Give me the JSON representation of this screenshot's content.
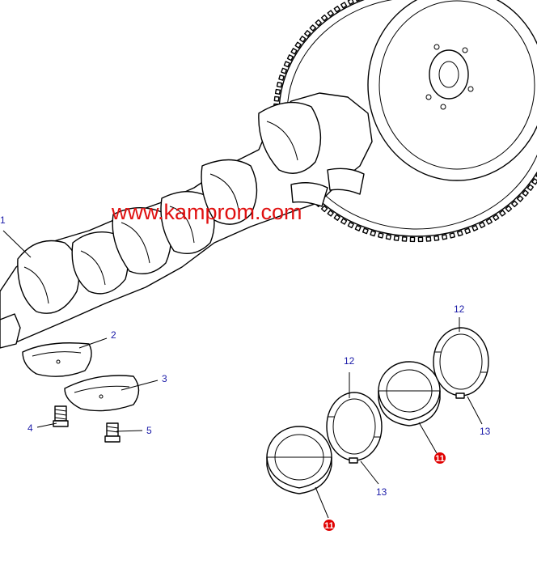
{
  "watermark": "www.kamprom.com",
  "colors": {
    "callout_text": "#1a1aa8",
    "watermark": "#e01010",
    "badge_fill": "#e00000",
    "line": "#000000"
  },
  "callouts": {
    "c1": "1",
    "c2": "2",
    "c3": "3",
    "c4": "4",
    "c5": "5",
    "c12a": "12",
    "c12b": "12",
    "c13a": "13",
    "c13b": "13",
    "c11a": "11",
    "c11b": "11"
  }
}
